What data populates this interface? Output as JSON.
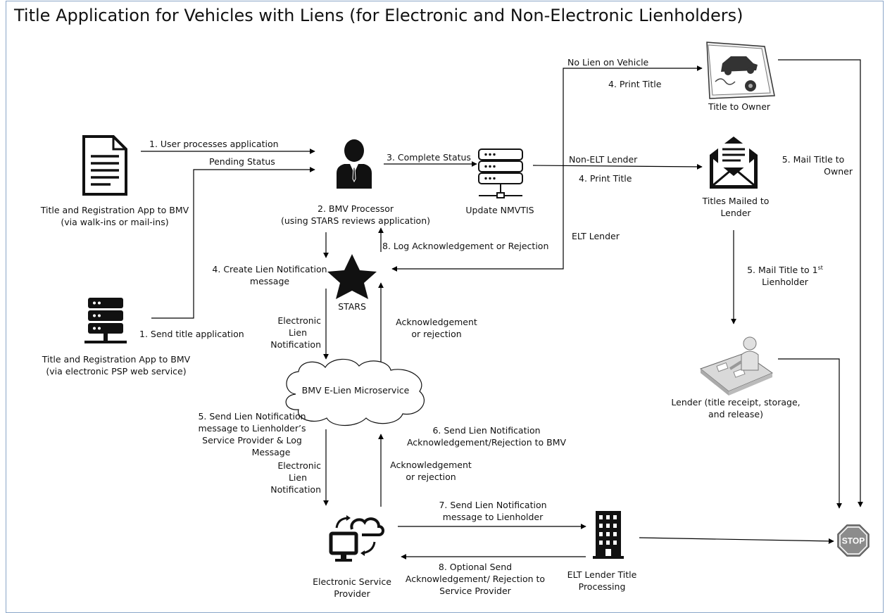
{
  "title": "Title Application for Vehicles with Liens (for Electronic and Non-Electronic Lienholders)",
  "nodes": {
    "app_walkin": {
      "line1": "Title and Registration App to BMV",
      "line2": "(via walk-ins or mail-ins)",
      "icon": "document-icon"
    },
    "app_psp": {
      "line1": "Title and Registration App to BMV",
      "line2": "(via electronic PSP web service)",
      "icon": "server-icon"
    },
    "bmv_processor": {
      "line1": "2. BMV Processor",
      "line2": "(using STARS reviews application)",
      "icon": "person-icon"
    },
    "nmvtis": {
      "line1": "Update NMVTIS",
      "icon": "server-icon"
    },
    "stars": {
      "line1": "STARS",
      "icon": "star-icon"
    },
    "elien": {
      "line1": "BMV E-Lien Microservice",
      "icon": "cloud-icon"
    },
    "esp": {
      "line1": "Electronic Service",
      "line2": "Provider",
      "icon": "cloud-computer-icon"
    },
    "elt_lender": {
      "line1": "ELT Lender Title",
      "line2": "Processing",
      "icon": "building-icon"
    },
    "title_owner": {
      "line1": "Title to Owner",
      "icon": "title-document-icon"
    },
    "titles_mailed": {
      "line1": "Titles Mailed to",
      "line2": "Lender",
      "icon": "envelope-icon"
    },
    "lender": {
      "line1": "Lender (title receipt, storage,",
      "line2": "and release)",
      "icon": "desk-worker-icon"
    },
    "stop": {
      "label": "STOP",
      "icon": "stop-sign-icon"
    }
  },
  "edges": {
    "user_processes": "1. User processes application",
    "pending_status": "Pending Status",
    "send_title_app": "1. Send title application",
    "complete_status": "3. Complete Status",
    "no_lien": "No Lien on Vehicle",
    "print_title_a": "4. Print Title",
    "non_elt": "Non-ELT Lender",
    "print_title_b": "4.  Print Title",
    "mail_owner_1": "5. Mail Title to",
    "mail_owner_2": "Owner",
    "elt_lender": "ELT Lender",
    "log_ack": "8. Log Acknowledgement or Rejection",
    "create_lien_1": "4. Create Lien Notification",
    "create_lien_2": "message",
    "elec_lien_1": "Electronic",
    "elec_lien_2": "Lien",
    "elec_lien_3": "Notification",
    "ack_1": "Acknowledgement",
    "ack_2": "or rejection",
    "mail_lienholder_1": "5. Mail Title to 1",
    "mail_lienholder_sup": "st",
    "mail_lienholder_2": "Lienholder",
    "send_lien_1": "5. Send Lien Notification",
    "send_lien_2": "message to Lienholder’s",
    "send_lien_3": "Service Provider & Log",
    "send_lien_4": "Message",
    "send_ack_1": "6. Send Lien Notification",
    "send_ack_2": "Acknowledgement/Rejection to BMV",
    "send_lienholder_1": "7. Send Lien Notification",
    "send_lienholder_2": "message to Lienholder",
    "optional_1": "8. Optional Send",
    "optional_2": "Acknowledgement/ Rejection to",
    "optional_3": "Service Provider"
  },
  "colors": {
    "line": "#000000",
    "stop": "#8c8c8c",
    "icon": "#222222",
    "frame": "#8aa6c8"
  }
}
